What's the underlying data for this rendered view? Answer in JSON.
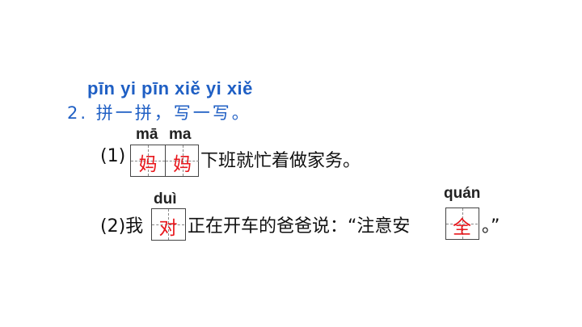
{
  "header": {
    "pinyin": "pīn yi  pīn  xiě yi xiě",
    "title": "2. 拼一拼，写一写。"
  },
  "q1": {
    "number": "(1)",
    "pinyin_left": "mā",
    "pinyin_right": "ma",
    "answer_1": "妈",
    "answer_2": "妈",
    "text": "下班就忙着做家务。"
  },
  "q2": {
    "number_prefix": "(2)我",
    "pinyin_1": "duì",
    "answer_1": "对",
    "text_middle": "正在开车的爸爸说：“注意安",
    "pinyin_2": "quán",
    "answer_2": "全",
    "text_end": "。”"
  }
}
